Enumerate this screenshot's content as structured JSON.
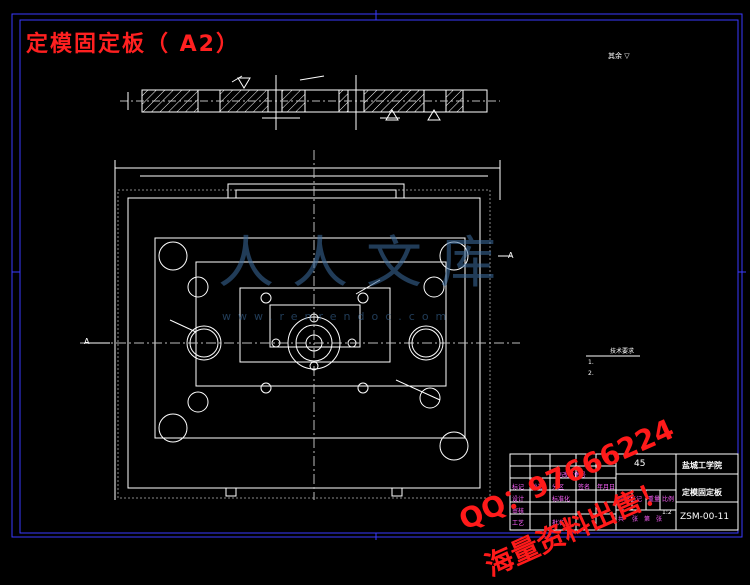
{
  "title": "定模固定板（ A2）",
  "surface_label": "其余",
  "notes": {
    "heading": "技术要求",
    "items": [
      "1.",
      "2."
    ]
  },
  "title_block": {
    "material": "45",
    "school": "盐城工学院",
    "part_name": "定模固定板",
    "drawing_no": "ZSM-00-11",
    "scale": "1:2",
    "fields": [
      "标记",
      "处数",
      "分区",
      "更改文件号",
      "签名",
      "年月日",
      "设计",
      "标准化",
      "阶段标记",
      "重量",
      "比例",
      "审核",
      "工艺",
      "批准",
      "共",
      "张",
      "第",
      "张"
    ]
  },
  "watermarks": {
    "qq": "QQ：97666224",
    "sell": "海量资料出售！",
    "logo": "人人文库",
    "logo_url": "www.renrendoc.com"
  },
  "section_labels": [
    "A",
    "A"
  ],
  "colors": {
    "background": "#000000",
    "lines": "#ffffff",
    "border": "#3a3aff",
    "title_text": "#ff2020",
    "watermark": "#ff1a1a"
  }
}
